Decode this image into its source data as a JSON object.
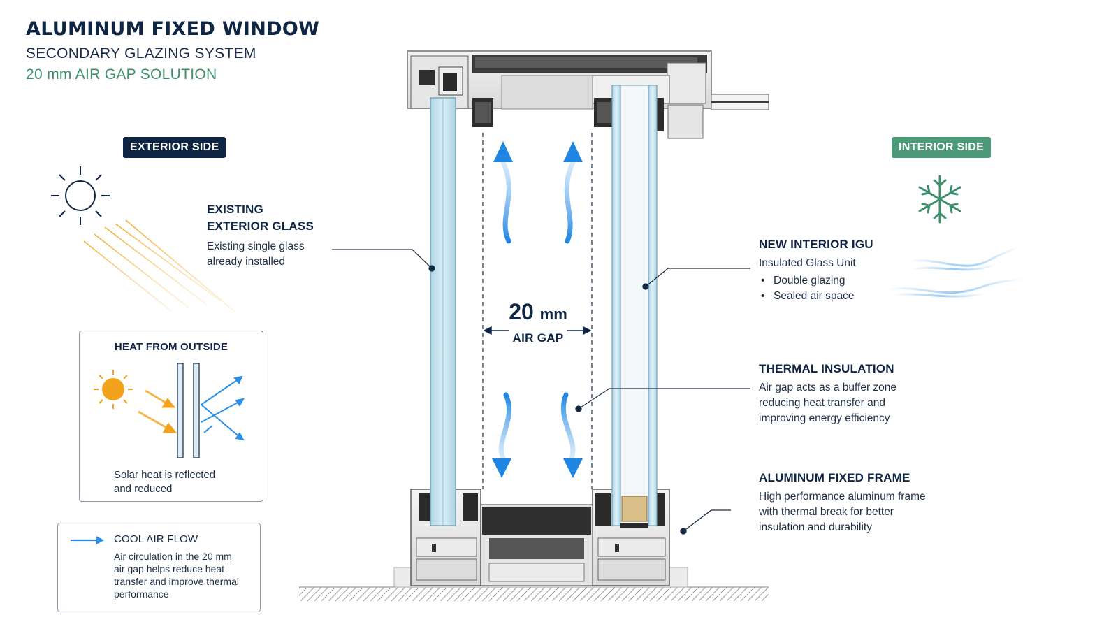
{
  "header": {
    "title": "ALUMINUM FIXED WINDOW",
    "subtitle": "SECONDARY GLAZING SYSTEM",
    "accent": "20 mm AIR GAP SOLUTION"
  },
  "tags": {
    "exterior": "EXTERIOR SIDE",
    "interior": "INTERIOR SIDE"
  },
  "callouts": {
    "existing_glass": {
      "title_line1": "EXISTING",
      "title_line2": "EXTERIOR GLASS",
      "desc_line1": "Existing single glass",
      "desc_line2": "already installed"
    },
    "igu": {
      "title": "NEW INTERIOR IGU",
      "desc": "Insulated Glass Unit",
      "bullets": [
        "Double glazing",
        "Sealed air space"
      ]
    },
    "thermal": {
      "title": "THERMAL INSULATION",
      "desc_line1": "Air gap acts as a buffer zone",
      "desc_line2": "reducing heat transfer and",
      "desc_line3": "improving energy efficiency"
    },
    "frame": {
      "title": "ALUMINUM FIXED FRAME",
      "desc_line1": "High performance aluminum frame",
      "desc_line2": "with thermal break for better",
      "desc_line3": "insulation and durability"
    }
  },
  "heat_box": {
    "title": "HEAT FROM OUTSIDE",
    "caption_line1": "Solar heat is reflected",
    "caption_line2": "and reduced"
  },
  "cool_box": {
    "title": "COOL AIR FLOW",
    "desc_line1": "Air circulation in the 20 mm",
    "desc_line2": "air gap helps reduce heat",
    "desc_line3": "transfer and improve thermal",
    "desc_line4": "performance"
  },
  "gap": {
    "number": "20",
    "unit": "mm",
    "label": "AIR GAP"
  },
  "icons": [
    "sun-icon",
    "snowflake-icon",
    "airflow-arrow-icon",
    "cool-air-waves-icon"
  ],
  "colors": {
    "navy": "#0f2544",
    "green": "#4c9a77",
    "air_blue": "#2b8fe6",
    "glass": "#bfe0ee",
    "sun_orange": "#f2a31b"
  }
}
